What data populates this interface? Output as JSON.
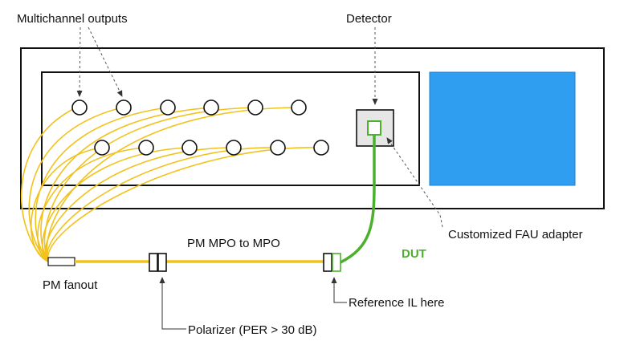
{
  "labels": {
    "multichannel_outputs": "Multichannel outputs",
    "detector": "Detector",
    "customized_fau_adapter": "Customized FAU adapter",
    "pm_mpo_to_mpo": "PM MPO to MPO",
    "dut": "DUT",
    "pm_fanout": "PM fanout",
    "reference_il": "Reference IL here",
    "polarizer": "Polarizer (PER > 30 dB)"
  },
  "colors": {
    "fiber_yellow": "#f2c21b",
    "dut_green": "#4caf2e",
    "screen_blue": "#2f9df0",
    "detector_gray": "#e6e6e6",
    "outline": "#111111"
  }
}
